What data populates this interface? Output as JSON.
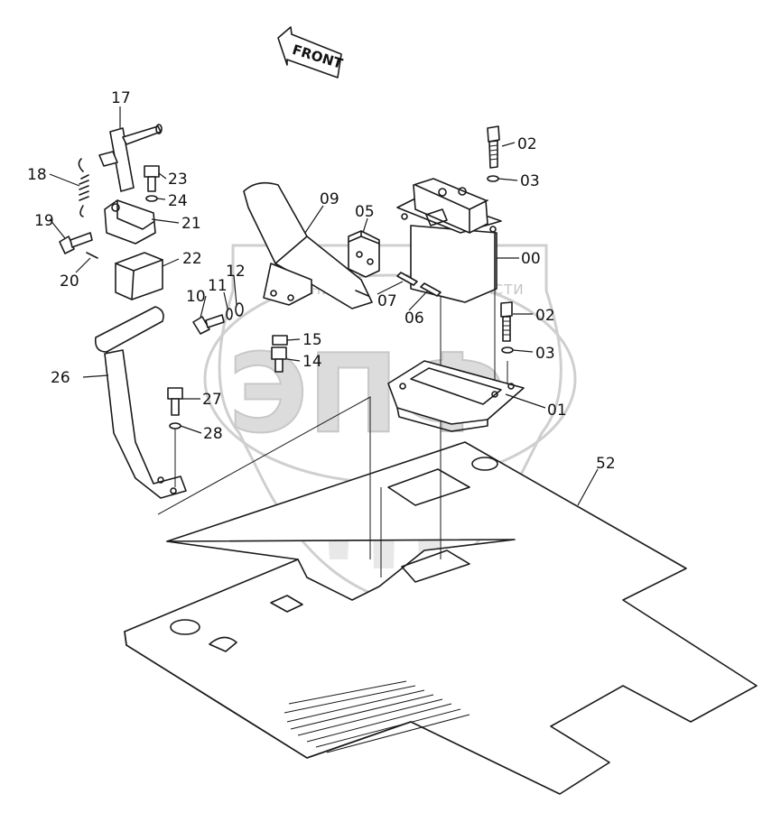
{
  "front_label": "FRONT",
  "watermark": {
    "letters": "ЭПФ",
    "left_text": "ТЕХНИКА",
    "right_text": "ЗАПЧАСТИ"
  },
  "callouts": {
    "p00": "00",
    "p01": "01",
    "p02a": "02",
    "p02b": "02",
    "p03a": "03",
    "p03b": "03",
    "p05": "05",
    "p06": "06",
    "p07": "07",
    "p09": "09",
    "p10": "10",
    "p11": "11",
    "p12": "12",
    "p14": "14",
    "p15": "15",
    "p17": "17",
    "p18": "18",
    "p19": "19",
    "p20": "20",
    "p21": "21",
    "p22": "22",
    "p23": "23",
    "p24": "24",
    "p26": "26",
    "p27": "27",
    "p28": "28",
    "p52": "52"
  }
}
